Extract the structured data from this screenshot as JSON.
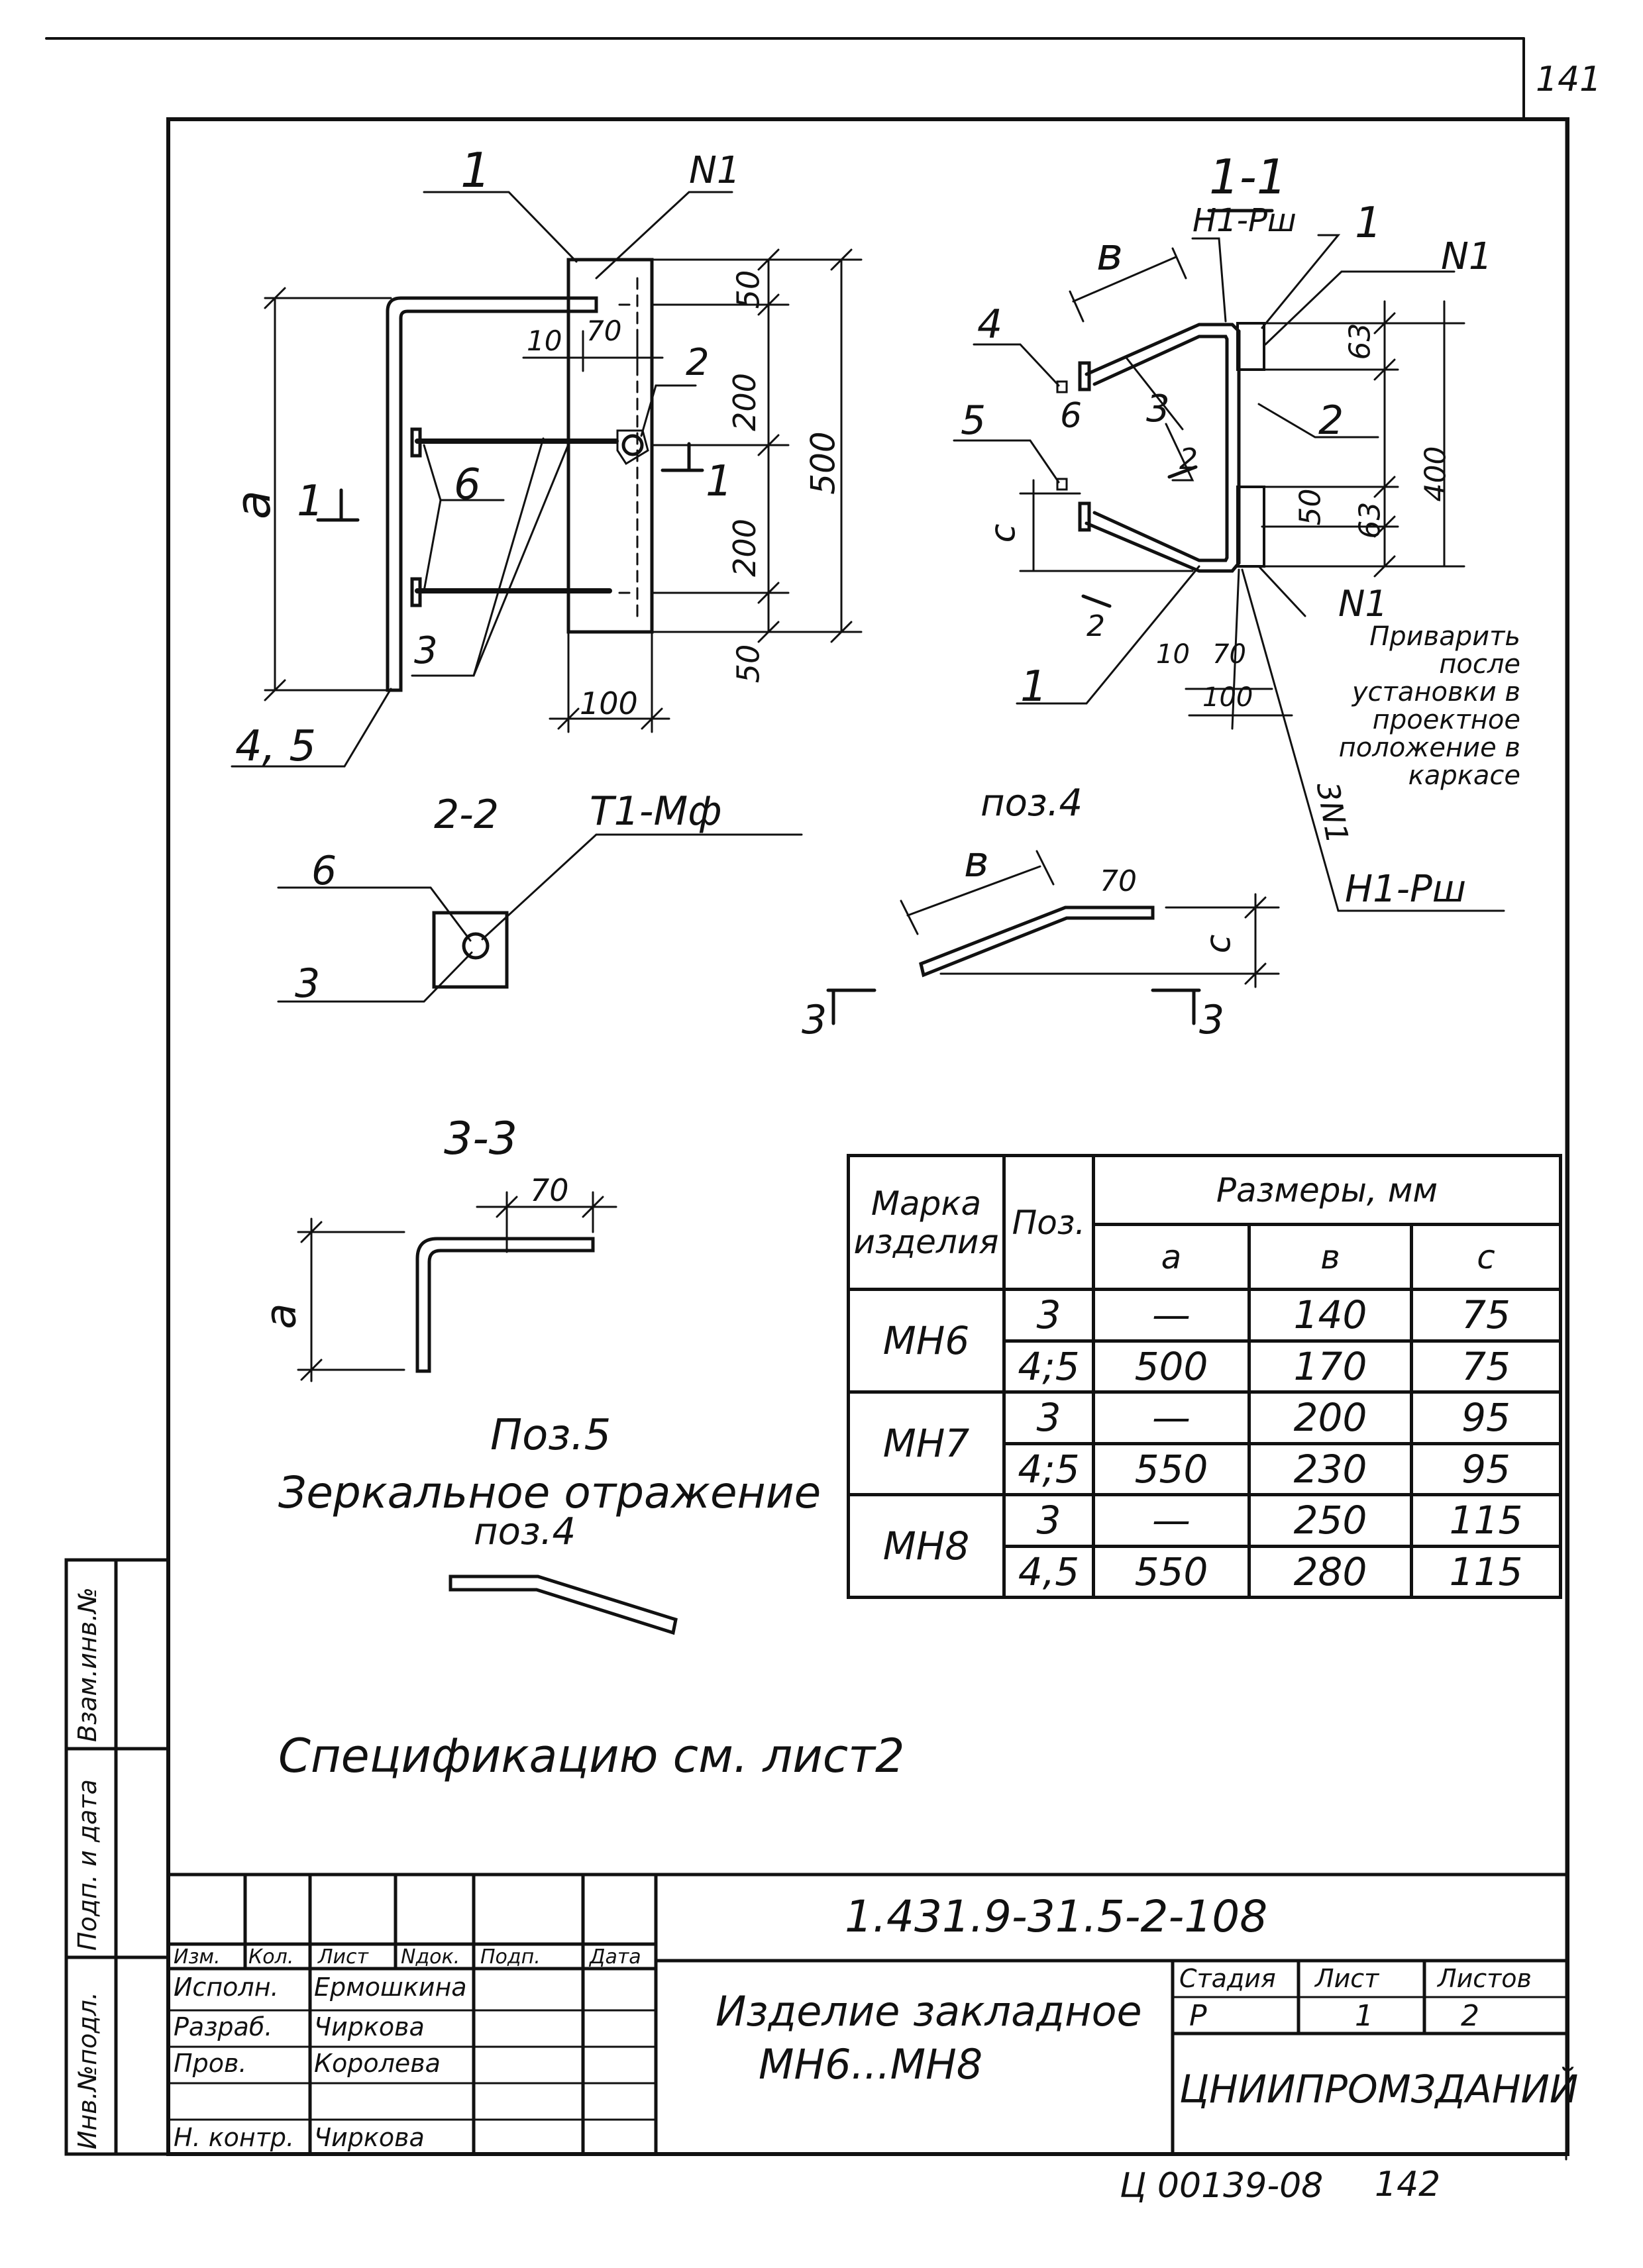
{
  "page": {
    "sheet_number": "141",
    "notes_reference": "Спецификацию см. лист2",
    "archive_number": "Ц 00139-08",
    "archive_page": "142"
  },
  "views": {
    "main_view": {
      "labels": {
        "pos1": "1",
        "n1": "N1",
        "pos2": "2",
        "pos6": "6",
        "pos3": "3",
        "pos45": "4, 5",
        "dim_a": "a",
        "section_mark_left": "1",
        "section_mark_right": "1",
        "dim_10": "10",
        "dim_70": "70",
        "dim_50_top": "50",
        "dim_200_top": "200",
        "dim_500": "500",
        "dim_200_bottom": "200",
        "dim_50_bottom": "50",
        "dim_100": "100"
      }
    },
    "section_1_1": {
      "title": "1-1",
      "labels": {
        "b": "в",
        "h1_rsh_top": "Н1-Рш",
        "pos1_top": "1",
        "n1_top": "N1",
        "pos4": "4",
        "pos6": "6",
        "pos3": "3",
        "pos5": "5",
        "pos2": "2",
        "c": "с",
        "section2_top": "2",
        "section2_bottom": "2",
        "dim_63_top": "63",
        "dim_400": "400",
        "dim_50": "50",
        "dim_63_bottom": "63",
        "n1_bottom": "N1",
        "note": "Приварить после установки в проектное положение в каркасе",
        "dim_10": "10",
        "dim_70": "70",
        "dim_100": "100",
        "pos1_bottom": "1",
        "weld_3n1": "3N1",
        "h1_rsh_bottom": "Н1-Рш"
      }
    },
    "section_2_2": {
      "title": "2-2",
      "labels": {
        "t1_mf": "Т1-Мф",
        "pos6": "6",
        "pos3": "3"
      }
    },
    "pos_4": {
      "title": "поз.4",
      "labels": {
        "b": "в",
        "dim_70": "70",
        "c": "с",
        "section_3_left": "3",
        "section_3_right": "3"
      }
    },
    "section_3_3": {
      "title": "3-3",
      "labels": {
        "dim_70": "70",
        "a": "a"
      }
    },
    "pos_5": {
      "title": "Поз.5",
      "subtitle": "Зеркальное отражение",
      "subtitle2": "поз.4"
    }
  },
  "spec_table": {
    "headers": {
      "mark": "Марка изделия",
      "pos": "Поз.",
      "dimensions": "Размеры, мм",
      "a": "a",
      "b": "в",
      "c": "с"
    },
    "groups": [
      {
        "mark": "МН6",
        "rows": [
          {
            "pos": "3",
            "a": "—",
            "b": "140",
            "c": "75"
          },
          {
            "pos": "4;5",
            "a": "500",
            "b": "170",
            "c": "75"
          }
        ]
      },
      {
        "mark": "МН7",
        "rows": [
          {
            "pos": "3",
            "a": "—",
            "b": "200",
            "c": "95"
          },
          {
            "pos": "4;5",
            "a": "550",
            "b": "230",
            "c": "95"
          }
        ]
      },
      {
        "mark": "МН8",
        "rows": [
          {
            "pos": "3",
            "a": "—",
            "b": "250",
            "c": "115"
          },
          {
            "pos": "4,5",
            "a": "550",
            "b": "280",
            "c": "115"
          }
        ]
      }
    ]
  },
  "title_block": {
    "designation": "1.431.9-31.5-2-108",
    "header": {
      "izm": "Изм.",
      "kol": "Кол.",
      "list": "Лист",
      "ndok": "Nдок.",
      "podp": "Подп.",
      "data": "Дата"
    },
    "people": [
      {
        "role": "Исполн.",
        "name": "Ермошкина"
      },
      {
        "role": "Разраб.",
        "name": "Чиркова"
      },
      {
        "role": "Пров.",
        "name": "Королева"
      },
      {
        "role": "",
        "name": ""
      },
      {
        "role": "Н. контр.",
        "name": "Чиркова"
      }
    ],
    "product_name": "Изделие закладное",
    "product_range": "МН6...МН8",
    "stage_label": "Стадия",
    "sheet_label": "Лист",
    "sheets_label": "Листов",
    "stage": "Р",
    "sheet": "1",
    "sheets": "2",
    "organization": "ЦНИИПРОМЗДАНИЙ"
  },
  "sidebar": {
    "inv_orig": "Инв.№подл.",
    "sign_date": "Подп. и дата",
    "replace_inv": "Взам.инв.№"
  }
}
